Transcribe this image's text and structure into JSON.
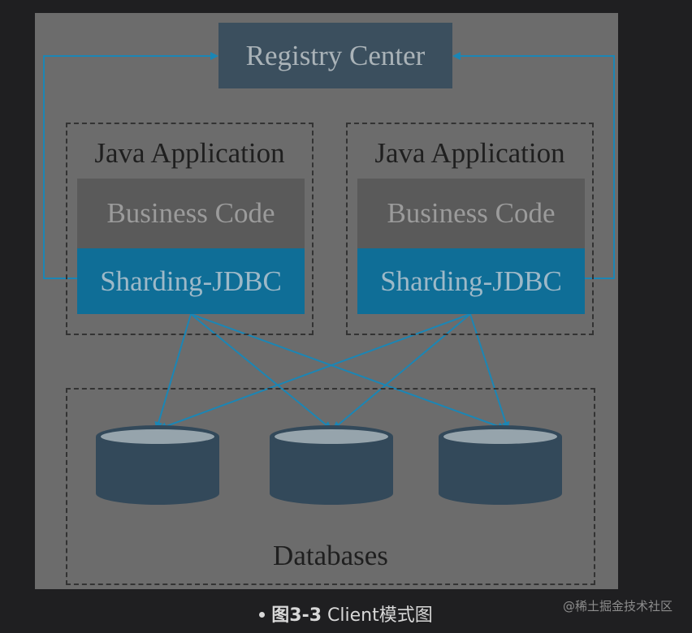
{
  "registry": {
    "label": "Registry Center"
  },
  "apps": [
    {
      "title": "Java Application",
      "business": "Business Code",
      "sharding": "Sharding-JDBC"
    },
    {
      "title": "Java Application",
      "business": "Business Code",
      "sharding": "Sharding-JDBC"
    }
  ],
  "databases": {
    "label": "Databases",
    "count": 3
  },
  "caption": {
    "prefix": "图3-3",
    "text": " Client模式图"
  },
  "watermark": "@稀土掘金技术社区",
  "colors": {
    "background": "#1f1f21",
    "diagram_bg": "#6c6c6c",
    "registry": "#3b4f5e",
    "business": "#5a5a5a",
    "sharding": "#0f6e97",
    "arrow": "#1b86b5",
    "database": "#33495a"
  }
}
